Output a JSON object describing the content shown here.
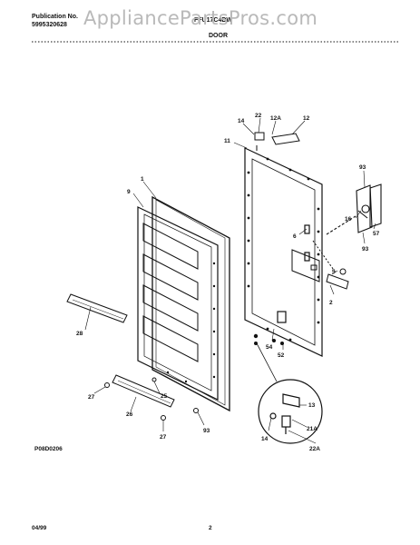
{
  "header": {
    "publication_label": "Publication No.",
    "publication_number": "5995320628",
    "model": "FFU17C4DW",
    "section_title": "DOOR"
  },
  "watermark": "AppliancePartsPros.com",
  "diagram_code": "P08D0206",
  "footer": {
    "date": "04/99",
    "page": "2"
  },
  "callouts": {
    "c1": "1",
    "c9": "9",
    "c11": "11",
    "c12": "12",
    "c12a": "12A",
    "c14a": "14",
    "c22": "22",
    "c93a": "93",
    "c16": "16",
    "c57": "57",
    "c93b": "93",
    "c6": "6",
    "c5": "5",
    "c2": "2",
    "c54": "54",
    "c52": "52",
    "c28": "28",
    "c27a": "27",
    "c25": "25",
    "c26": "26",
    "c27b": "27",
    "c93c": "93",
    "c13": "13",
    "c14b": "14",
    "c21a": "21A",
    "c22a": "22A"
  }
}
